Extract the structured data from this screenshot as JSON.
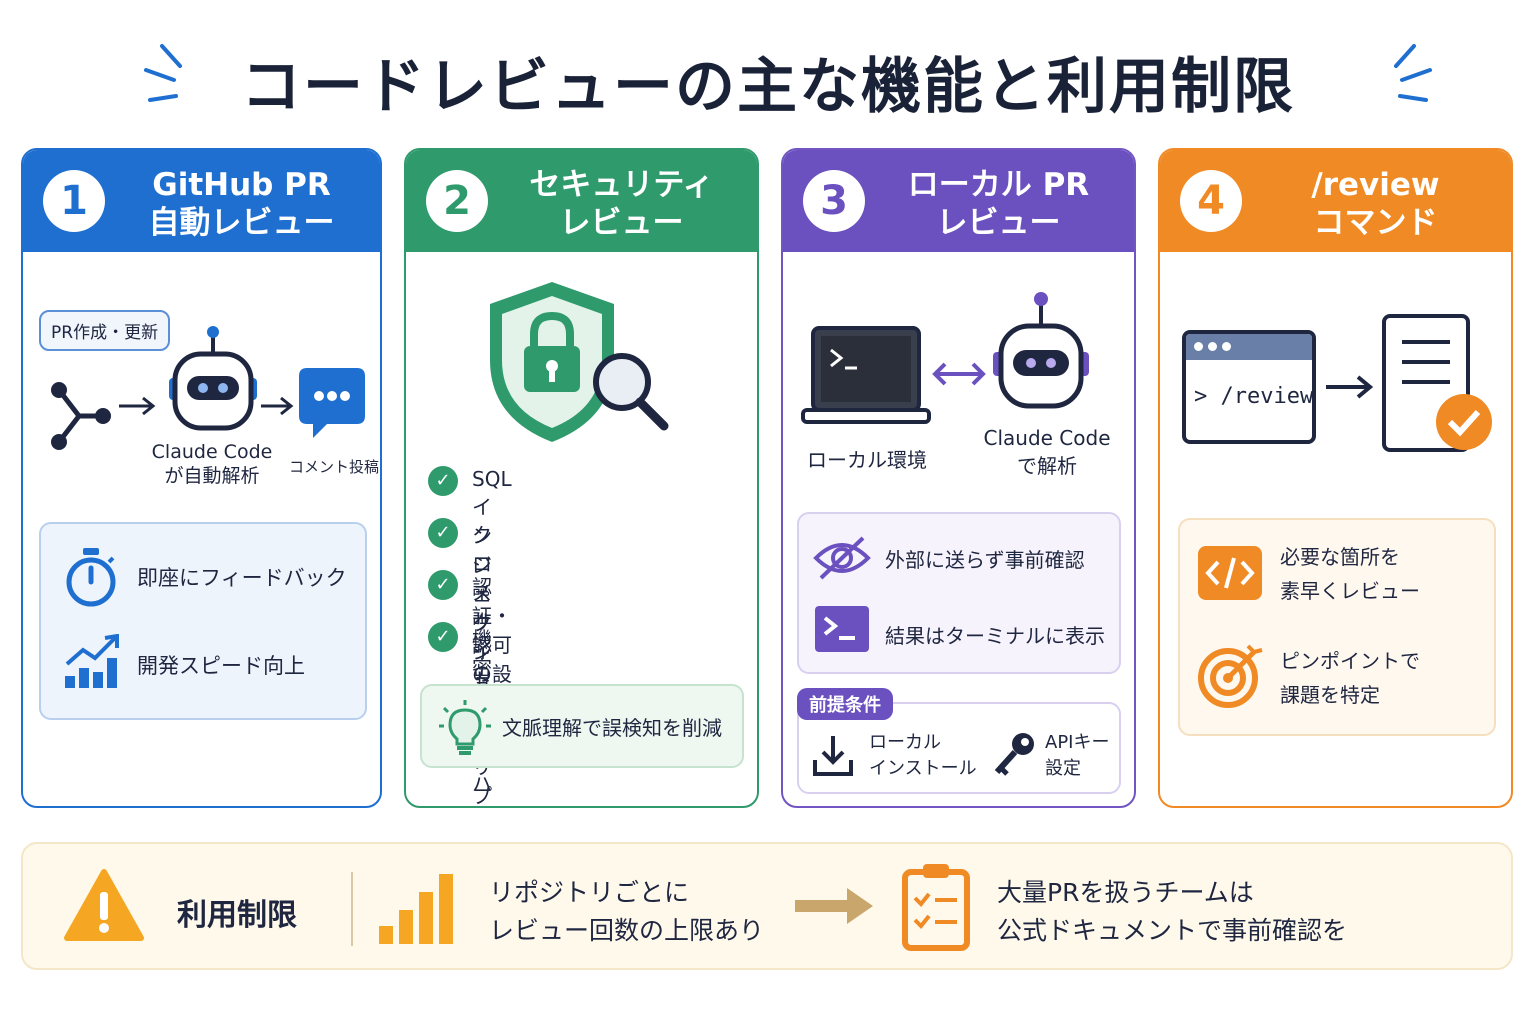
{
  "title": "コードレビューの主な機能と利用制限",
  "colors": {
    "blue": "#1f6fd1",
    "green": "#2f9a6c",
    "purple": "#6a51bf",
    "orange": "#f08a24"
  },
  "cards": [
    {
      "number": "1",
      "title_line1": "GitHub PR",
      "title_line2": "自動レビュー",
      "bubble": "PR作成・更新",
      "robot_label_1": "Claude Code",
      "robot_label_2": "が自動解析",
      "comment_label": "コメント投稿",
      "benefits": [
        "即座にフィードバック",
        "開発スピード向上"
      ],
      "icons": [
        "branch-icon",
        "robot-icon",
        "comment-icon",
        "stopwatch-icon",
        "growth-chart-icon"
      ]
    },
    {
      "number": "2",
      "title_line1": "セキュリティ",
      "title_line2": "レビュー",
      "checks": [
        "SQLインジェクション",
        "クロスサイトスクリプティング",
        "認証・認可の設計ミス",
        "機密情報のハードコーディング"
      ],
      "note": "文脈理解で誤検知を削減",
      "icons": [
        "shield-lock-icon",
        "magnifier-icon",
        "check-icon",
        "lightbulb-icon"
      ]
    },
    {
      "number": "3",
      "title_line1": "ローカル PR",
      "title_line2": "レビュー",
      "local_label": "ローカル環境",
      "robot_label_1": "Claude Code",
      "robot_label_2": "で解析",
      "features": [
        "外部に送らず事前確認",
        "結果はターミナルに表示"
      ],
      "prereq_tag": "前提条件",
      "prereqs": [
        {
          "line1": "ローカル",
          "line2": "インストール"
        },
        {
          "line1": "APIキー",
          "line2": "設定"
        }
      ],
      "icons": [
        "laptop-terminal-icon",
        "robot-icon",
        "eye-off-icon",
        "terminal-icon",
        "download-icon",
        "key-icon"
      ]
    },
    {
      "number": "4",
      "title_line1": "/review",
      "title_line2": "コマンド",
      "command": "> /review",
      "benefits": [
        {
          "line1": "必要な箇所を",
          "line2": "素早くレビュー"
        },
        {
          "line1": "ピンポイントで",
          "line2": "課題を特定"
        }
      ],
      "icons": [
        "browser-window-icon",
        "document-check-icon",
        "code-icon",
        "target-icon"
      ]
    }
  ],
  "bottom": {
    "label": "利用制限",
    "limit_line1": "リポジトリごとに",
    "limit_line2": "レビュー回数の上限あり",
    "advice_line1": "大量PRを扱うチームは",
    "advice_line2": "公式ドキュメントで事前確認を",
    "icons": [
      "warning-icon",
      "bar-chart-icon",
      "arrow-right-icon",
      "clipboard-check-icon"
    ]
  }
}
